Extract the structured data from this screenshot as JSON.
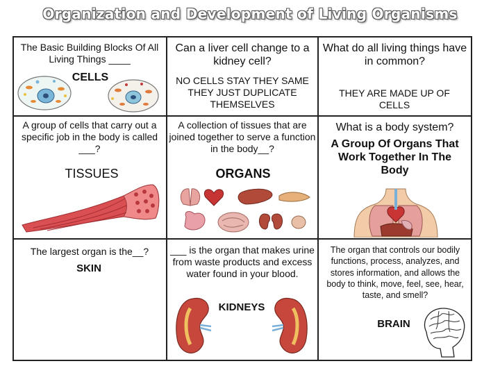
{
  "title": "Organization and Development of Living Organisms",
  "cells": {
    "r1c1": {
      "question": "The Basic Building Blocks Of All Living Things ____",
      "answer": "CELLS"
    },
    "r1c2": {
      "question": "Can a liver cell change to a kidney cell?",
      "answer": "NO CELLS STAY THEY SAME THEY JUST DUPLICATE THEMSELVES"
    },
    "r1c3": {
      "question": "What do all living things have in common?",
      "answer": "THEY ARE MADE UP OF CELLS"
    },
    "r2c1": {
      "question": "A group of cells that carry out a specific job in the body is called ___?",
      "answer": "TISSUES"
    },
    "r2c2": {
      "question": "A collection of tissues that are joined together to serve a function in the body__?",
      "answer": "ORGANS"
    },
    "r2c3": {
      "question": "What is a body system?",
      "answer": "A Group Of Organs That Work Together In The Body"
    },
    "r3c1": {
      "question": "The largest organ is the__?",
      "answer": "SKIN"
    },
    "r3c2": {
      "question": "___ is the organ that makes urine from waste products and excess water found in your blood.",
      "answer": "KIDNEYS"
    },
    "r3c3": {
      "question": "The organ that controls our bodily functions, process, analyzes, and stores information, and allows the body to think, move, feel, see, hear, taste, and smell?",
      "answer": "BRAIN"
    }
  },
  "illustrations": [
    "cell-illustration",
    "muscle-tissue-illustration",
    "organs-illustration",
    "body-system-illustration",
    "kidney-illustration",
    "brain-illustration"
  ]
}
